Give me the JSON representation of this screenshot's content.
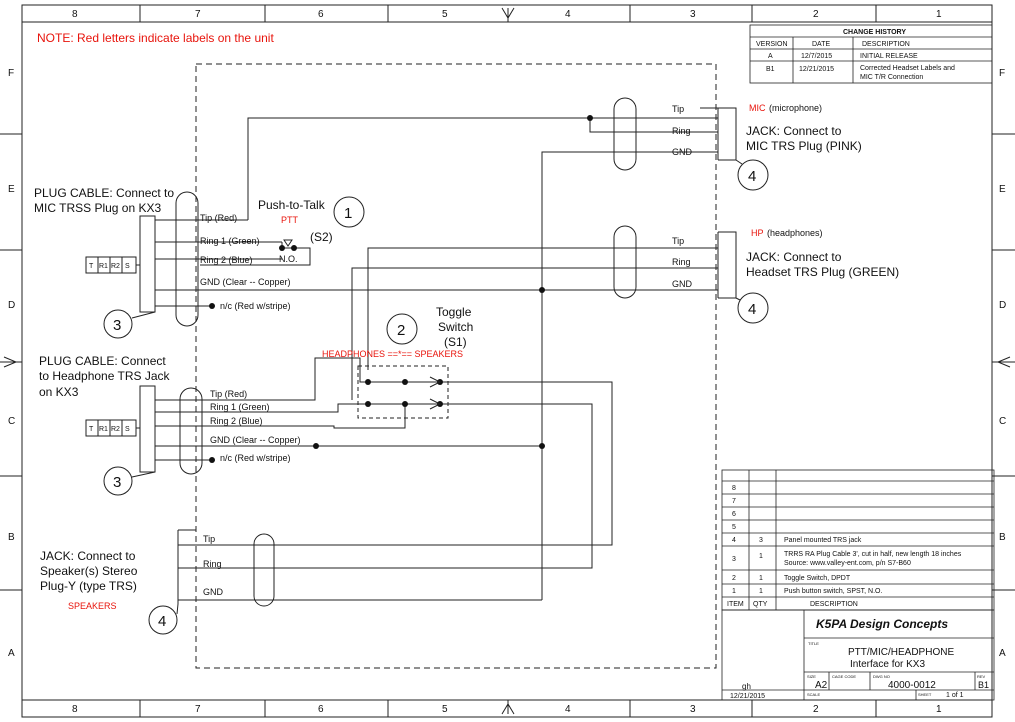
{
  "border": {
    "top_cols": [
      "8",
      "7",
      "6",
      "5",
      "4",
      "3",
      "2",
      "1"
    ],
    "bottom_cols": [
      "8",
      "7",
      "6",
      "5",
      "4",
      "3",
      "2",
      "1"
    ],
    "rows": [
      "F",
      "E",
      "D",
      "C",
      "B",
      "A"
    ]
  },
  "note": "NOTE: Red letters indicate labels on the unit",
  "change_history": {
    "title": "CHANGE HISTORY",
    "headers": [
      "VERSION",
      "DATE",
      "DESCRIPTION"
    ],
    "rows": [
      [
        "A",
        "12/7/2015",
        "INITIAL RELEASE"
      ],
      [
        "B1",
        "12/21/2015",
        "Corrected Headset Labels and",
        "MIC T/R Connection"
      ]
    ]
  },
  "mic_cable": {
    "title1": "PLUG CABLE: Connect to",
    "title2": "MIC TRSS Plug on KX3",
    "pins": [
      "T",
      "R1",
      "R2",
      "S"
    ],
    "wires": [
      "Tip (Red)",
      "Ring 1 (Green)",
      "Ring 2 (Blue)",
      "GND (Clear -- Copper)",
      "n/c (Red w/stripe)"
    ],
    "ref": "3"
  },
  "hp_cable": {
    "title1": "PLUG CABLE: Connect",
    "title2": "to Headphone TRS Jack",
    "title3": "on KX3",
    "pins": [
      "T",
      "R1",
      "R2",
      "S"
    ],
    "wires": [
      "Tip (Red)",
      "Ring 1 (Green)",
      "Ring 2 (Blue)",
      "GND (Clear -- Copper)",
      "n/c (Red w/stripe)"
    ],
    "ref": "3"
  },
  "ptt": {
    "title": "Push-to-Talk",
    "label": "PTT",
    "switch": "(S2)",
    "contact": "N.O.",
    "ref": "1"
  },
  "toggle": {
    "title1": "Toggle",
    "title2": "Switch",
    "switch": "(S1)",
    "label": "HEADPHONES ==*== SPEAKERS",
    "ref": "2"
  },
  "mic_jack": {
    "red": "MIC",
    "tag": "(microphone)",
    "title1": "JACK: Connect to",
    "title2": "MIC TRS Plug (PINK)",
    "pins": [
      "Tip",
      "Ring",
      "GND"
    ],
    "ref": "4"
  },
  "hp_jack": {
    "red": "HP",
    "tag": "(headphones)",
    "title1": "JACK: Connect to",
    "title2": "Headset TRS Plug (GREEN)",
    "pins": [
      "Tip",
      "Ring",
      "GND"
    ],
    "ref": "4"
  },
  "spk_jack": {
    "title1": "JACK: Connect to",
    "title2": "Speaker(s) Stereo",
    "title3": "Plug-Y (type TRS)",
    "red": "SPEAKERS",
    "pins": [
      "Tip",
      "Ring",
      "GND"
    ],
    "ref": "4"
  },
  "bom": {
    "empty_items": [
      "8",
      "7",
      "6",
      "5"
    ],
    "rows": [
      {
        "item": "4",
        "qty": "3",
        "desc": "Panel mounted TRS jack",
        "desc2": ""
      },
      {
        "item": "3",
        "qty": "1",
        "desc": "TRRS RA Plug Cable 3', cut in half, new length 18 inches",
        "desc2": "Source: www.valley-ent.com, p/n S7-B60"
      },
      {
        "item": "2",
        "qty": "1",
        "desc": "Toggle Switch, DPDT",
        "desc2": ""
      },
      {
        "item": "1",
        "qty": "1",
        "desc": "Push button switch, SPST, N.O.",
        "desc2": ""
      }
    ],
    "headers": [
      "ITEM",
      "QTY",
      "DESCRIPTION"
    ]
  },
  "title_block": {
    "company": "K5PA Design Concepts",
    "title_label": "TITLE",
    "title1": "PTT/MIC/HEADPHONE",
    "title2": "Interface for KX3",
    "size_label": "SIZE",
    "size": "A2",
    "cage_label": "CAGE CODE",
    "dwg_label": "DWG NO",
    "dwg": "4000-0012",
    "rev_label": "REV",
    "rev": "B1",
    "drawn_by": "gh",
    "date": "12/21/2015",
    "scale_label": "SCALE",
    "sheet_label": "SHEET",
    "sheet": "1 of 1"
  }
}
